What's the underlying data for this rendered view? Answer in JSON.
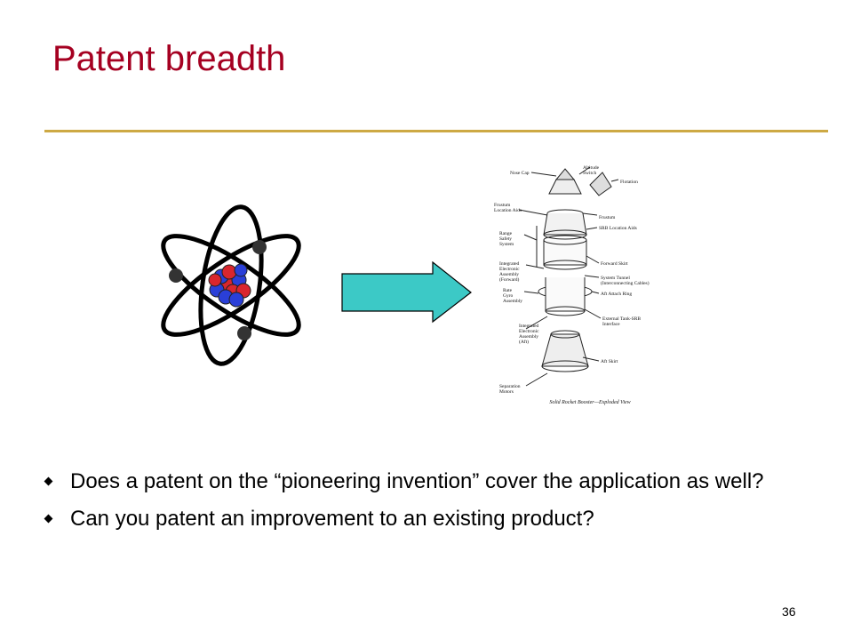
{
  "slide": {
    "title": "Patent breadth",
    "bullets": [
      "Does a patent on the “pioneering invention” cover the application as well?",
      "Can you patent an improvement to an existing product?"
    ],
    "slide_number": "36"
  },
  "booster_diagram": {
    "caption": "Solid Rocket Booster—Exploded View",
    "labels_right": [
      "Altitude Switch",
      "Flotation",
      "Frustum",
      "SRB Location Aids",
      "Forward Skirt",
      "System Tunnel (Interconnecting Cables)",
      "Aft Attach Ring",
      "External Tank-SRB Interface",
      "Aft Skirt"
    ],
    "labels_left": [
      "Nose Cap",
      "Frustum Location Aids",
      "Range Safety System",
      "Integrated Electronic Assembly (Forward)",
      "Rate Gyro Assembly",
      "Integrated Electronic Assembly (Aft)",
      "Separation Motors"
    ]
  },
  "colors": {
    "title": "#a50021",
    "rule": "#cda944",
    "arrow_fill": "#3cc9c6",
    "proton": "#d9262e",
    "neutron": "#2a3fd8"
  }
}
